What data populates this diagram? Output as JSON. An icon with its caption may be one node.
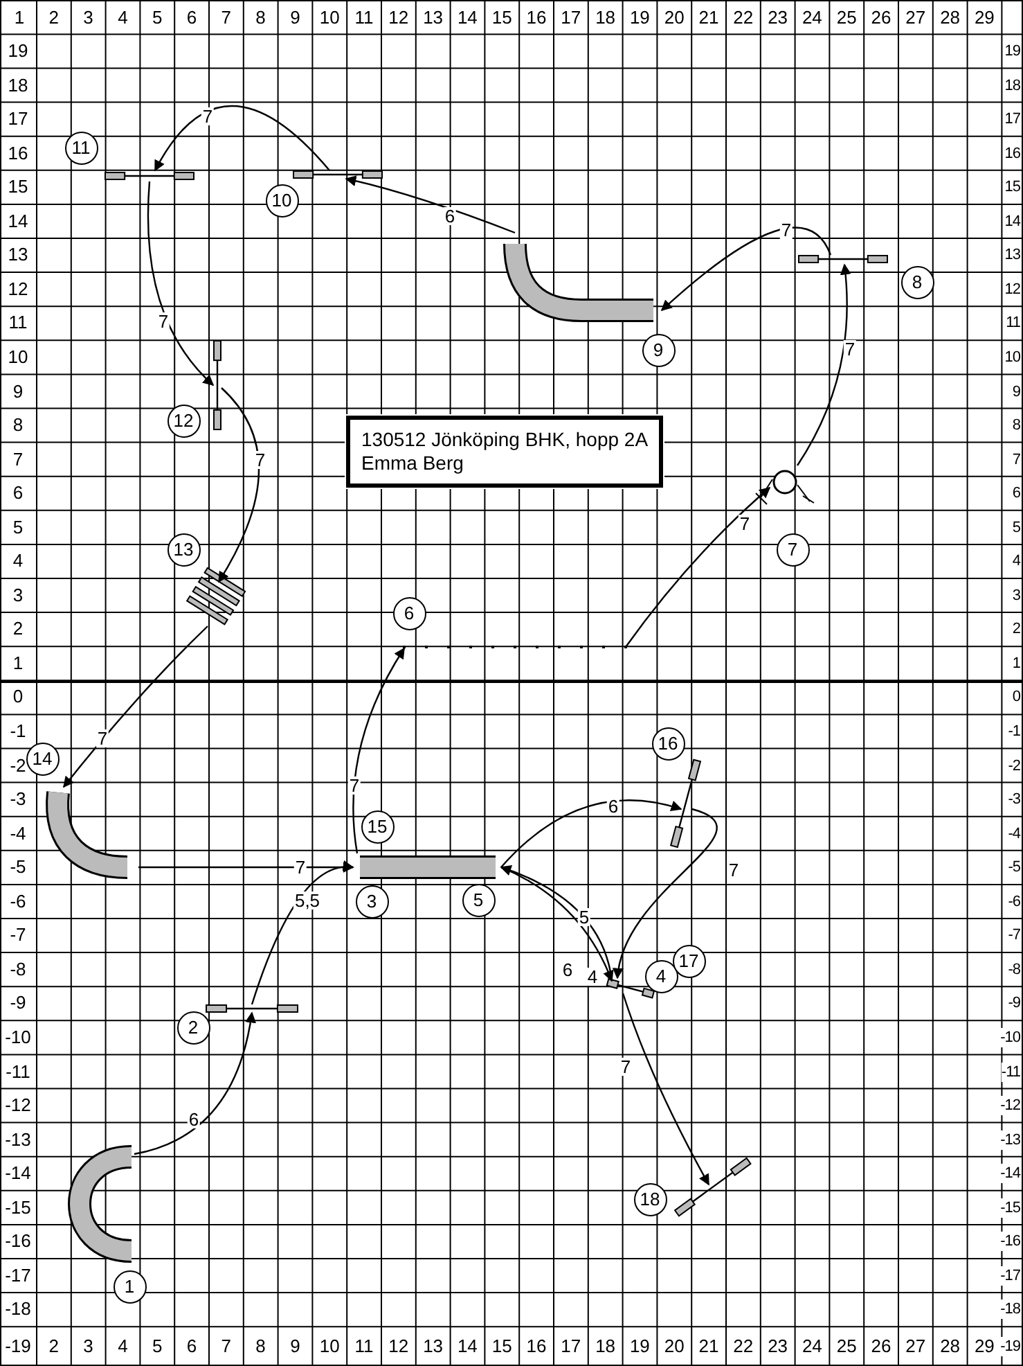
{
  "diagram": {
    "nodes": [
      {
        "text": [],
        "shape": "tube"
      },
      {
        "text": [],
        "shape": "bar"
      },
      {
        "text": [],
        "shape": "tube"
      },
      {
        "text": [],
        "shape": "bar"
      },
      {
        "text": [],
        "shape": "line"
      },
      {
        "text": [],
        "shape": "circle"
      },
      {
        "text": [],
        "shape": "bar"
      },
      {
        "text": [],
        "shape": "tube"
      },
      {
        "text": [],
        "shape": "bar"
      },
      {
        "text": [],
        "shape": "bar"
      },
      {
        "text": [],
        "shape": "bar"
      },
      {
        "text": [],
        "shape": "picture"
      },
      {
        "text": [],
        "shape": "tube"
      },
      {
        "text": [],
        "shape": "bar"
      },
      {
        "text": [],
        "shape": "bar"
      },
      {
        "text": [
          "1"
        ]
      },
      {
        "text": [
          "2"
        ]
      },
      {
        "text": [
          "3"
        ]
      },
      {
        "text": [
          "4"
        ]
      },
      {
        "text": [
          "5"
        ]
      },
      {
        "text": [
          "6"
        ]
      },
      {
        "text": [
          "7"
        ]
      },
      {
        "text": [
          "8"
        ]
      },
      {
        "text": [
          "9"
        ]
      },
      {
        "text": [
          "10"
        ]
      },
      {
        "text": [
          "11"
        ]
      },
      {
        "text": [
          "12"
        ]
      },
      {
        "text": [
          "13"
        ]
      },
      {
        "text": [
          "14"
        ]
      },
      {
        "text": [
          "15"
        ]
      },
      {
        "text": [
          "16"
        ]
      },
      {
        "text": [
          "17"
        ]
      },
      {
        "text": [
          "18"
        ]
      },
      {
        "text": [
          "130512 Jönköping BHK, hopp 2A",
          "Emma Berg"
        ]
      }
    ],
    "edges": [
      {
        "from": 0,
        "to": 1,
        "arrow": "to",
        "label": "6"
      },
      {
        "from": 1,
        "to": 2,
        "arrow": "to",
        "label": "5,5"
      },
      {
        "from": 2,
        "to": 3,
        "arrow": "to",
        "label": "6"
      },
      {
        "from": 3,
        "to": 2,
        "arrow": "to",
        "label": "5"
      },
      {
        "from": 2,
        "to": 4,
        "arrow": "to",
        "label": "7"
      },
      {
        "from": 4,
        "to": 5,
        "arrow": "to",
        "label": "7"
      },
      {
        "from": 5,
        "to": 6,
        "arrow": "to",
        "label": "7"
      },
      {
        "from": 6,
        "to": 7,
        "arrow": "to",
        "label": "7"
      },
      {
        "from": 7,
        "to": 8,
        "arrow": "to",
        "label": "6"
      },
      {
        "from": 8,
        "to": 9,
        "arrow": "to",
        "label": "7"
      },
      {
        "from": 9,
        "to": 10,
        "arrow": "to",
        "label": "7"
      },
      {
        "from": 10,
        "to": 11,
        "arrow": "to",
        "label": "7"
      },
      {
        "from": 11,
        "to": 12,
        "arrow": "to",
        "label": "7"
      },
      {
        "from": 12,
        "to": 2,
        "arrow": "to",
        "label": "7"
      },
      {
        "from": 2,
        "to": 13,
        "arrow": "to",
        "label": "6"
      },
      {
        "from": 13,
        "to": 3,
        "arrow": "to",
        "label": "7"
      },
      {
        "from": 3,
        "to": 14,
        "arrow": "to",
        "label": "7"
      }
    ],
    "labels": [
      "1",
      "2",
      "3",
      "4",
      "5",
      "6",
      "7",
      "8",
      "9",
      "10",
      "11",
      "12",
      "13",
      "14",
      "15",
      "16",
      "17",
      "18",
      "19",
      "20",
      "21",
      "22",
      "23",
      "24",
      "25",
      "26",
      "27",
      "28",
      "29",
      "19",
      "19",
      "18",
      "18",
      "17",
      "17",
      "16",
      "16",
      "15",
      "15",
      "14",
      "14",
      "13",
      "13",
      "12",
      "12",
      "11",
      "11",
      "10",
      "10",
      "9",
      "9",
      "8",
      "8",
      "7",
      "7",
      "6",
      "6",
      "5",
      "5",
      "4",
      "4",
      "3",
      "3",
      "2",
      "2",
      "1",
      "1",
      "0",
      "0",
      "-1",
      "-1",
      "-2",
      "-2",
      "-3",
      "-3",
      "-4",
      "-4",
      "-5",
      "-5",
      "-6",
      "-6",
      "-7",
      "-7",
      "-8",
      "-8",
      "-9",
      "-9",
      "-10",
      "-10",
      "-11",
      "-11",
      "-12",
      "-12",
      "-13",
      "-13",
      "-14",
      "-14",
      "-15",
      "-15",
      "-16",
      "-16",
      "-17",
      "-17",
      "-18",
      "-18",
      "-19",
      "2",
      "3",
      "4",
      "5",
      "6",
      "7",
      "8",
      "9",
      "10",
      "11",
      "12",
      "13",
      "14",
      "15",
      "16",
      "17",
      "18",
      "19",
      "20",
      "21",
      "22",
      "23",
      "24",
      "25",
      "26",
      "27",
      "28",
      "29",
      "-19",
      "4"
    ]
  }
}
